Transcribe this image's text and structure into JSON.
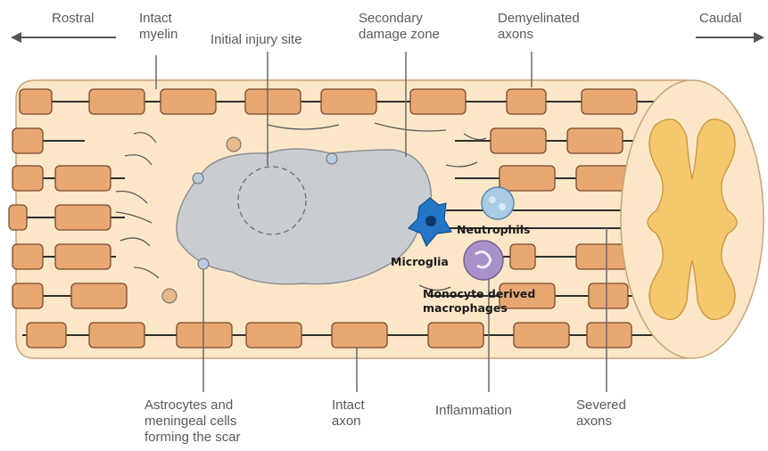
{
  "labels": {
    "rostral": "Rostral",
    "caudal": "Caudal",
    "intact_myelin": "Intact\nmyelin",
    "initial_injury_site": "Initial injury site",
    "secondary_damage_zone": "Secondary\ndamage zone",
    "demyelinated_axons": "Demyelinated\naxons",
    "neutrophils": "Neutrophils",
    "microglia": "Microglia",
    "monocyte_macrophages": "Monocyte derived\nmacrophages",
    "astrocytes_scar": "Astrocytes and\nmeningeal cells\nforming the scar",
    "intact_axon": "Intact\naxon",
    "inflammation": "Inflammation",
    "severed_axons": "Severed\naxons"
  },
  "colors": {
    "cord_fill": "#fbe7c8",
    "myelin_fill": "#e9a772",
    "myelin_stroke": "#7a4a2c",
    "axon": "#2f2f2f",
    "lesion": "#c9ccd0",
    "grey_matter": "#f6c86e",
    "neutrophil": "#a9cbe6",
    "microglia": "#2476c9",
    "macrophage": "#a891c8",
    "astrocyte": "#e8b98a"
  }
}
